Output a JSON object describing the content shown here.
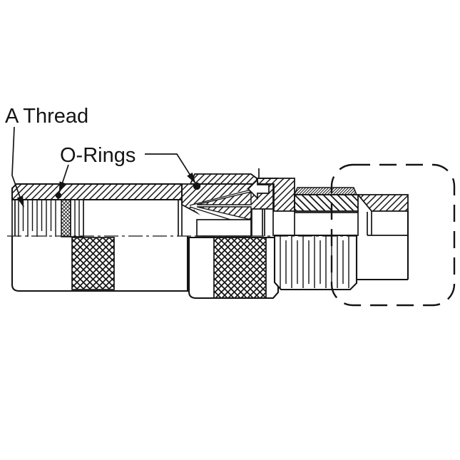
{
  "diagram": {
    "type": "engineering-section-drawing",
    "subject": "quick-disconnect-coupling-cross-section",
    "colors": {
      "ink": "#141414",
      "background": "#ffffff"
    },
    "callouts": {
      "a_thread": {
        "label": "A Thread"
      },
      "o_rings": {
        "label": "O-Rings",
        "marker_count": 2
      }
    },
    "features": {
      "centerline": "dash-dot",
      "phantom_outline": "dashed rounded rectangle (mating part)",
      "knurl_bands": 2,
      "o_ring_dots": 2
    }
  }
}
